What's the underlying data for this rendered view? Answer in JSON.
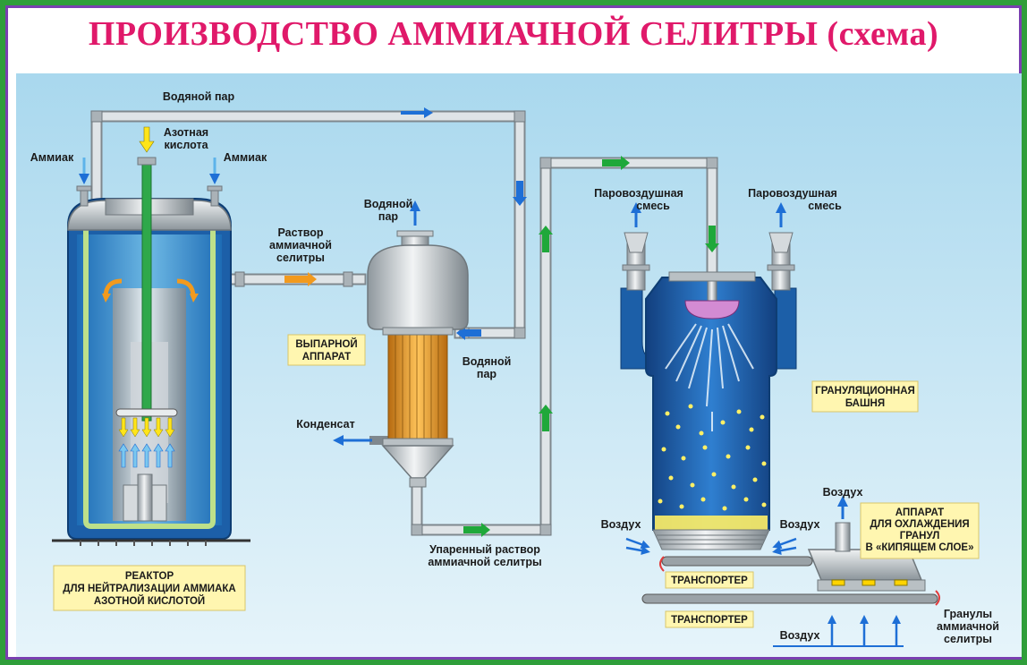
{
  "title": "ПРОИЗВОДСТВО АММИАЧНОЙ СЕЛИТРЫ (схема)",
  "colors": {
    "title": "#e0196a",
    "background": "#bfe3f2",
    "pipe": "#c9cfd3",
    "flow_blue": "#1e6fd6",
    "flow_green": "#1fa83a",
    "flow_orange": "#f29a1e",
    "tower": "#1c5fa8",
    "caption_box": "#fff6b0"
  },
  "labels": {
    "water_steam_top": "Водяной пар",
    "ammonia_left": "Аммиак",
    "nitric_acid_line1": "Азотная",
    "nitric_acid_line2": "кислота",
    "ammonia_right": "Аммиак",
    "solution_line1": "Раствор",
    "solution_line2": "аммиачной",
    "solution_line3": "селитры",
    "water_steam_evap_line1": "Водяной",
    "water_steam_evap_line2": "пар",
    "water_steam_in_line1": "Водяной",
    "water_steam_in_line2": "пар",
    "condensate": "Конденсат",
    "evaporated_line1": "Упаренный раствор",
    "evaporated_line2": "аммиачной селитры",
    "steam_air_left_line1": "Паровоздушная",
    "steam_air_left_line2": "смесь",
    "steam_air_right_line1": "Паровоздушная",
    "steam_air_right_line2": "смесь",
    "air_left": "Воздух",
    "air_right": "Воздух",
    "air_up": "Воздух",
    "air_bottom": "Воздух",
    "granules_line1": "Гранулы",
    "granules_line2": "аммиачной",
    "granules_line3": "селитры"
  },
  "boxes": {
    "reactor_line1": "РЕАКТОР",
    "reactor_line2": "ДЛЯ НЕЙТРАЛИЗАЦИИ АММИАКА",
    "reactor_line3": "АЗОТНОЙ КИСЛОТОЙ",
    "evaporator_line1": "ВЫПАРНОЙ",
    "evaporator_line2": "АППАРАТ",
    "tower_line1": "ГРАНУЛЯЦИОННАЯ",
    "tower_line2": "БАШНЯ",
    "cooler_line1": "АППАРАТ",
    "cooler_line2": "ДЛЯ ОХЛАЖДЕНИЯ",
    "cooler_line3": "ГРАНУЛ",
    "cooler_line4": "В «КИПЯЩЕМ СЛОЕ»",
    "conveyor1": "ТРАНСПОРТЕР",
    "conveyor2": "ТРАНСПОРТЕР"
  }
}
